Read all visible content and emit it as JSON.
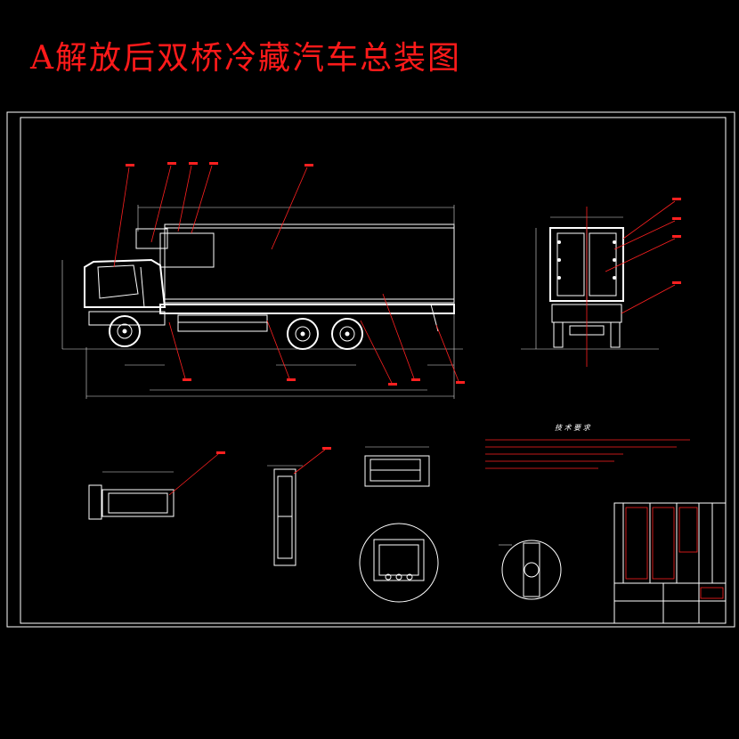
{
  "title": "A解放后双桥冷藏汽车总装图",
  "tech_requirements": {
    "heading": "技 术 要 求",
    "notes_count": 5
  },
  "colors": {
    "background": "#000000",
    "title": "#ff1a1a",
    "linework": "#ffffff",
    "annotation": "#ff2020"
  }
}
